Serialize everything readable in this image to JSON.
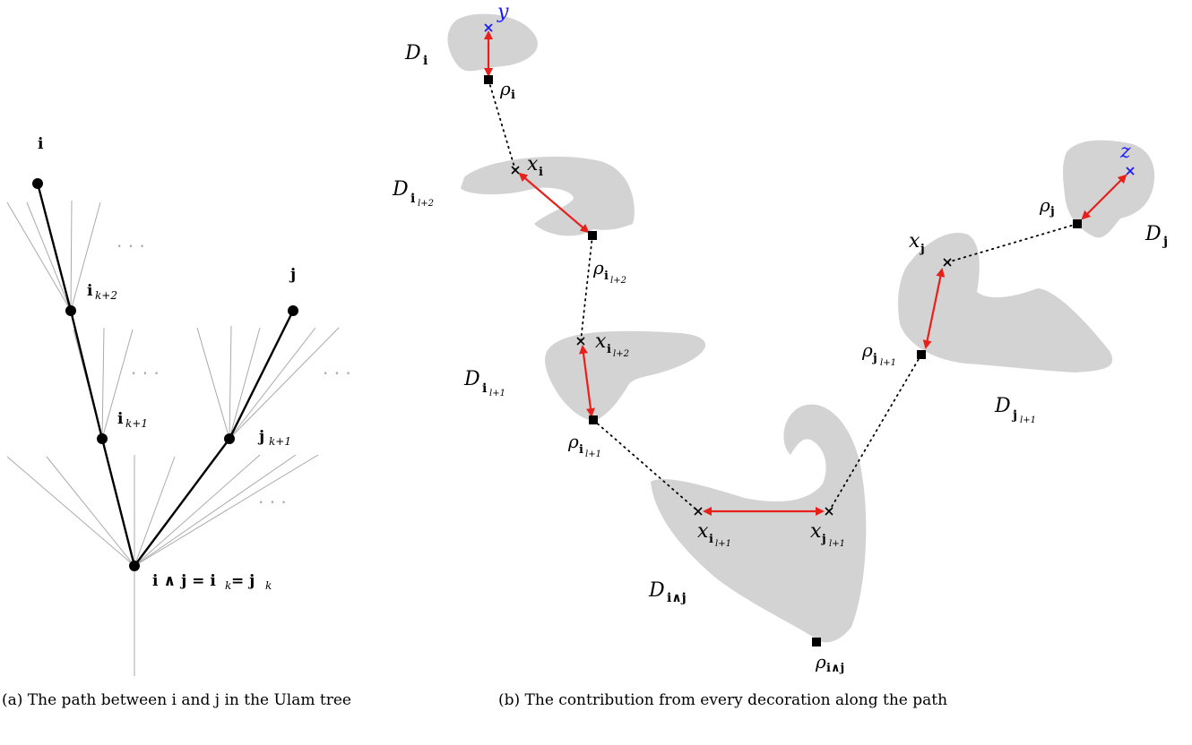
{
  "figure_a": {
    "label_i": "i",
    "label_j": "j",
    "label_ik2": "i",
    "sub_ik2": "k+2",
    "label_ik1": "i",
    "sub_ik1": "k+1",
    "label_jk1": "j",
    "sub_jk1": "k+1",
    "label_meet": "i ∧ j = i",
    "sub_meet_1": "k",
    "label_meet_tail": " = j",
    "sub_meet_2": "k",
    "dots": "· · ·",
    "caption": "(a) The path between i and j in the Ulam tree"
  },
  "figure_b": {
    "D_i": "D",
    "D_i_sub": "i",
    "D_il2": "D",
    "D_il2_sub": "i",
    "D_il2_subsub": "l+2",
    "D_il1": "D",
    "D_il1_sub": "i",
    "D_il1_subsub": "l+1",
    "D_meet": "D",
    "D_meet_sub": "i∧j",
    "D_jl1": "D",
    "D_jl1_sub": "j",
    "D_jl1_subsub": "l+1",
    "D_j": "D",
    "D_j_sub": "j",
    "y": "y",
    "z": "z",
    "rho": "ρ",
    "x": "x",
    "caption": "(b) The contribution from every decoration along the path"
  },
  "colors": {
    "blob": "#d3d3d3",
    "arrow": "#e8201c",
    "blue": "#1a1aff",
    "gray_line": "#aaaaaa"
  }
}
